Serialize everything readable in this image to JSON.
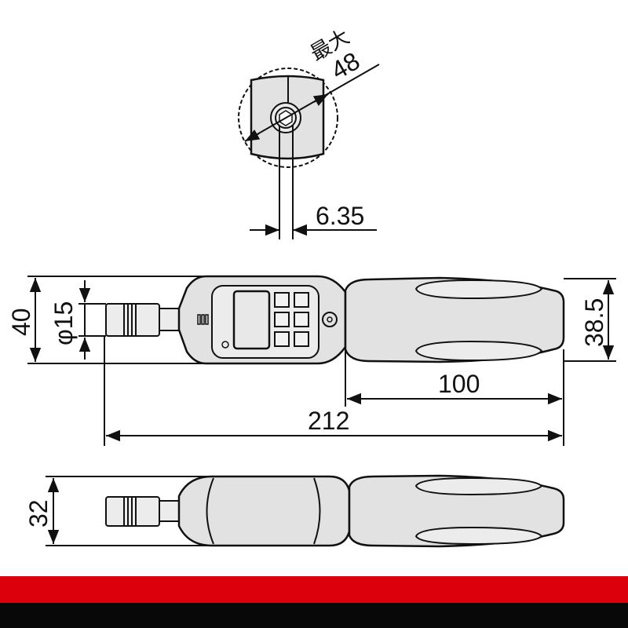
{
  "top_view": {
    "max_label": "最大",
    "max_diameter": "48",
    "bit_size": "6.35"
  },
  "side_view": {
    "overall_height": "40",
    "bit_diameter": "φ15",
    "grip_height": "38.5",
    "grip_length": "100",
    "overall_length": "212"
  },
  "bottom_view": {
    "thickness": "32"
  },
  "colors": {
    "band_red": "#dc000c",
    "band_black": "#080808",
    "body_fill": "#e2e2e2"
  }
}
